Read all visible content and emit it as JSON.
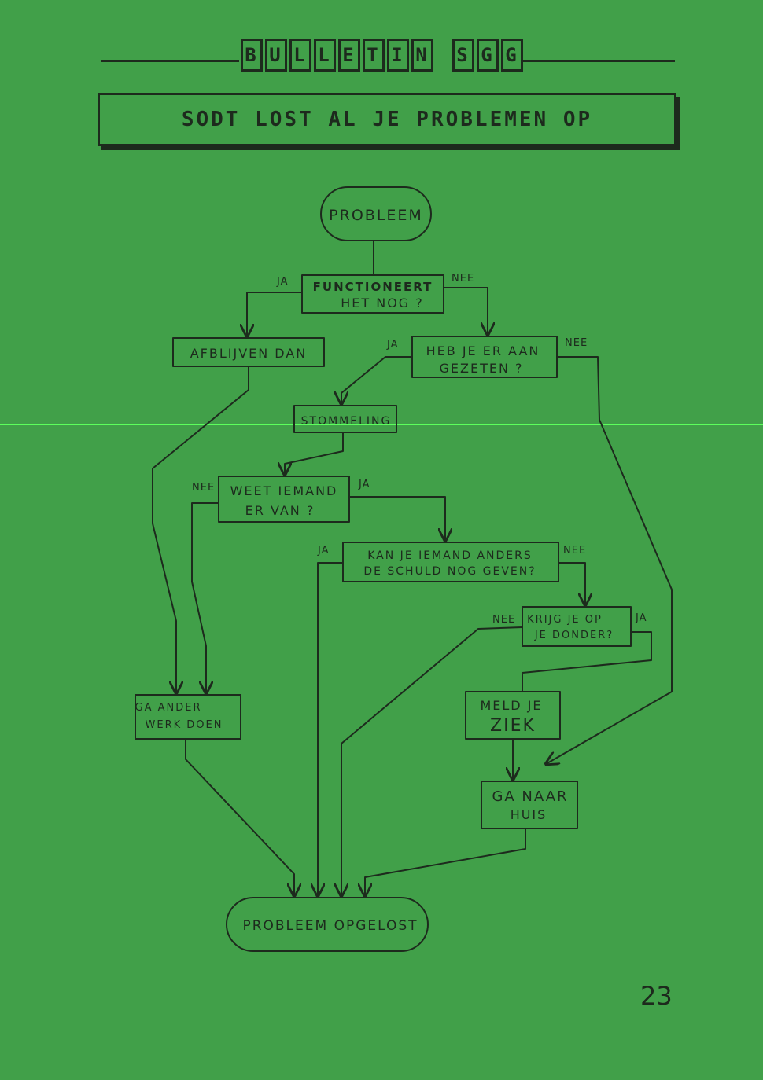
{
  "header": {
    "title": "BULLETIN SGG",
    "subtitle": "SODT LOST AL JE PROBLEMEN OP"
  },
  "flowchart": {
    "nodes": {
      "start": "PROBLEEM",
      "q1": [
        "FUNCTIONEERT",
        "HET NOG ?"
      ],
      "afblijven": "AFBLIJVEN DAN",
      "q2": [
        "HEB JE ER AAN",
        "GEZETEN ?"
      ],
      "stommeling": "STOMMELING",
      "q3": [
        "WEET IEMAND",
        "ER VAN ?"
      ],
      "q4": [
        "KAN JE IEMAND ANDERS",
        "DE SCHULD NOG GEVEN?"
      ],
      "q5": [
        "KRIJG JE OP",
        "JE DONDER?"
      ],
      "ander_werk": [
        "GA ANDER",
        "WERK DOEN"
      ],
      "meld_ziek": [
        "MELD JE",
        "ZIEK"
      ],
      "naar_huis": [
        "GA NAAR",
        "HUIS"
      ],
      "end": "PROBLEEM OPGELOST"
    },
    "labels": {
      "yes": "JA",
      "no": "NEE"
    }
  },
  "page_number": "23",
  "colors": {
    "paper": "#41a049",
    "ink": "#1d2a1d"
  }
}
